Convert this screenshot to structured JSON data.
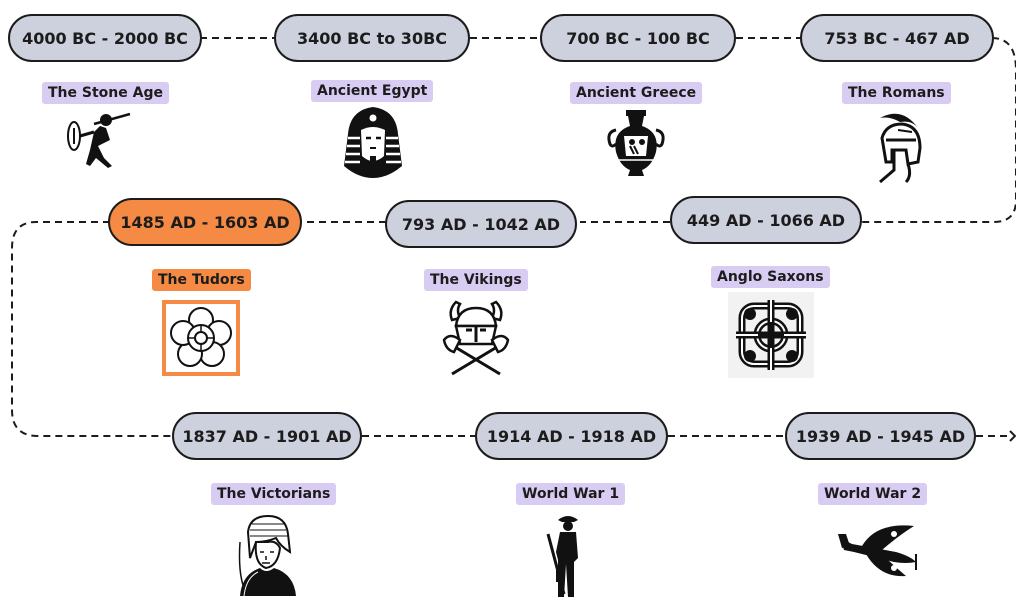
{
  "colors": {
    "period_fill": "#cdd0dd",
    "highlight": "#f48a43",
    "label_fill": "#d8ccf3",
    "outline": "#1c1c1c"
  },
  "timeline": {
    "row1": [
      {
        "period": "4000 BC - 2000 BC",
        "label": "The Stone Age",
        "icon": "stone-age-hunter-icon"
      },
      {
        "period": "3400 BC to 30BC",
        "label": "Ancient Egypt",
        "icon": "pharaoh-mask-icon"
      },
      {
        "period": "700 BC - 100 BC",
        "label": "Ancient Greece",
        "icon": "greek-vase-icon"
      },
      {
        "period": "753 BC - 467 AD",
        "label": "The Romans",
        "icon": "roman-helmet-icon"
      }
    ],
    "row2": [
      {
        "period": "1485 AD - 1603 AD",
        "label": "The Tudors",
        "icon": "tudor-rose-icon",
        "highlighted": true
      },
      {
        "period": "793 AD - 1042 AD",
        "label": "The Vikings",
        "icon": "viking-helmet-axes-icon"
      },
      {
        "period": "449 AD - 1066 AD",
        "label": "Anglo Saxons",
        "icon": "celtic-knot-icon"
      }
    ],
    "row3": [
      {
        "period": "1837 AD - 1901 AD",
        "label": "The Victorians",
        "icon": "queen-victoria-portrait-icon"
      },
      {
        "period": "1914 AD - 1918 AD",
        "label": "World War 1",
        "icon": "soldier-silhouette-icon"
      },
      {
        "period": "1939 AD - 1945 AD",
        "label": "World War 2",
        "icon": "spitfire-plane-icon"
      }
    ]
  }
}
